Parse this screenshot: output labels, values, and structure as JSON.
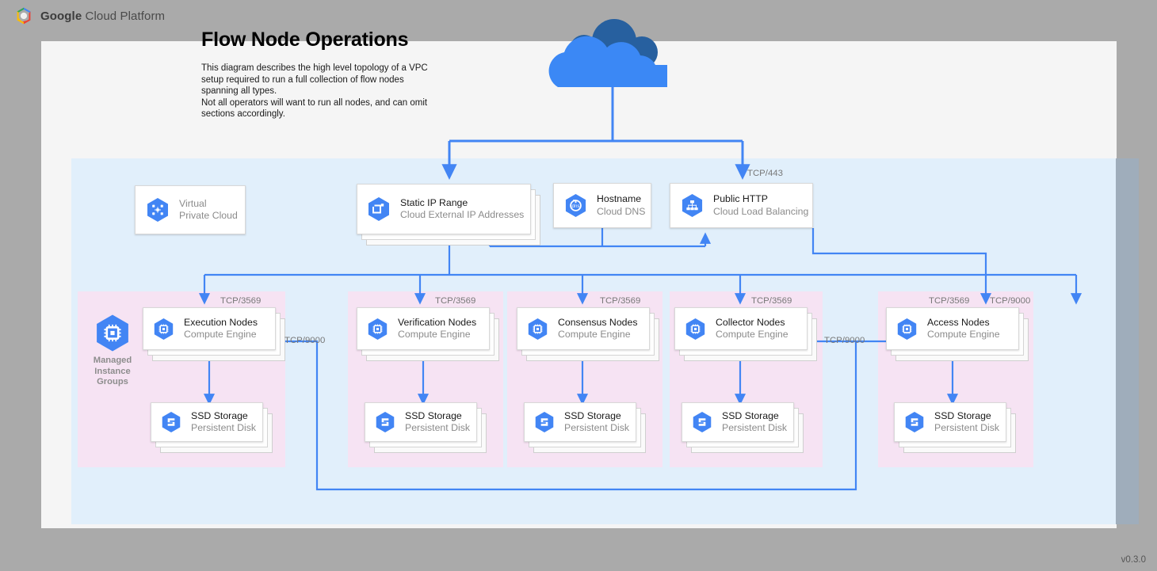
{
  "brand": {
    "word_bold": "Google",
    "word_rest": " Cloud Platform",
    "logo_icon": "gcp-hexagon-logo"
  },
  "document": {
    "title": "Flow Node Operations",
    "description": "This diagram describes the high level topology of a VPC setup required to run a full collection of flow nodes spanning all types.\nNot all operators will want to run all nodes, and can omit sections accordingly.",
    "version": "v0.3.0"
  },
  "colors": {
    "page_background": "#aaaaaa",
    "canvas": "#f5f5f5",
    "vpc_region": "#e1effb",
    "node_group": "#f6e3f3",
    "connector": "#4285f4",
    "icon_blue": "#4285f4",
    "cloud_light": "#3b88f5",
    "cloud_dark": "#27609f",
    "scrollbar": "#9fadbb"
  },
  "cloud": {
    "icon": "cloud-icon"
  },
  "top_row": [
    {
      "id": "vpc",
      "icon": "virtual-private-cloud-icon",
      "title": "Virtual",
      "subtitle": "Private Cloud",
      "title_muted": true,
      "stacked": false
    },
    {
      "id": "static-ip",
      "icon": "cloud-external-ip-icon",
      "title": "Static IP Range",
      "subtitle": "Cloud External IP Addresses",
      "title_muted": false,
      "stacked": true
    },
    {
      "id": "hostname",
      "icon": "cloud-dns-icon",
      "title": "Hostname",
      "subtitle": "Cloud DNS",
      "title_muted": false,
      "stacked": false
    },
    {
      "id": "public-http",
      "icon": "cloud-load-balancing-icon",
      "title": "Public HTTP",
      "subtitle": "Cloud Load Balancing",
      "title_muted": false,
      "stacked": false
    }
  ],
  "node_groups": [
    {
      "id": "execution",
      "node": {
        "icon": "compute-engine-icon",
        "title": "Execution Nodes",
        "subtitle": "Compute Engine"
      },
      "storage": {
        "icon": "persistent-disk-icon",
        "title": "SSD Storage",
        "subtitle": "Persistent Disk"
      },
      "mig": {
        "icon": "managed-instance-groups-icon",
        "label": "Managed\nInstance\nGroups"
      },
      "inbound_port": "TCP/3569"
    },
    {
      "id": "verification",
      "node": {
        "icon": "compute-engine-icon",
        "title": "Verification Nodes",
        "subtitle": "Compute Engine"
      },
      "storage": {
        "icon": "persistent-disk-icon",
        "title": "SSD Storage",
        "subtitle": "Persistent Disk"
      },
      "inbound_port": "TCP/3569"
    },
    {
      "id": "consensus",
      "node": {
        "icon": "compute-engine-icon",
        "title": "Consensus Nodes",
        "subtitle": "Compute Engine"
      },
      "storage": {
        "icon": "persistent-disk-icon",
        "title": "SSD Storage",
        "subtitle": "Persistent Disk"
      },
      "inbound_port": "TCP/3569"
    },
    {
      "id": "collector",
      "node": {
        "icon": "compute-engine-icon",
        "title": "Collector Nodes",
        "subtitle": "Compute Engine"
      },
      "storage": {
        "icon": "persistent-disk-icon",
        "title": "SSD Storage",
        "subtitle": "Persistent Disk"
      },
      "inbound_port": "TCP/3569"
    },
    {
      "id": "access",
      "node": {
        "icon": "compute-engine-icon",
        "title": "Access Nodes",
        "subtitle": "Compute Engine"
      },
      "storage": {
        "icon": "persistent-disk-icon",
        "title": "SSD Storage",
        "subtitle": "Persistent Disk"
      },
      "inbound_port": "TCP/3569",
      "inbound_port_2": "TCP/9000"
    }
  ],
  "port_labels": {
    "lb_https": "TCP/443",
    "exec_in": "TCP/3569",
    "verif_in": "TCP/3569",
    "consensus_in": "TCP/3569",
    "collector_in": "TCP/3569",
    "access_in": "TCP/3569",
    "access_in_9000": "TCP/9000",
    "exec_9000": "TCP/9000",
    "collector_9000": "TCP/9000"
  }
}
